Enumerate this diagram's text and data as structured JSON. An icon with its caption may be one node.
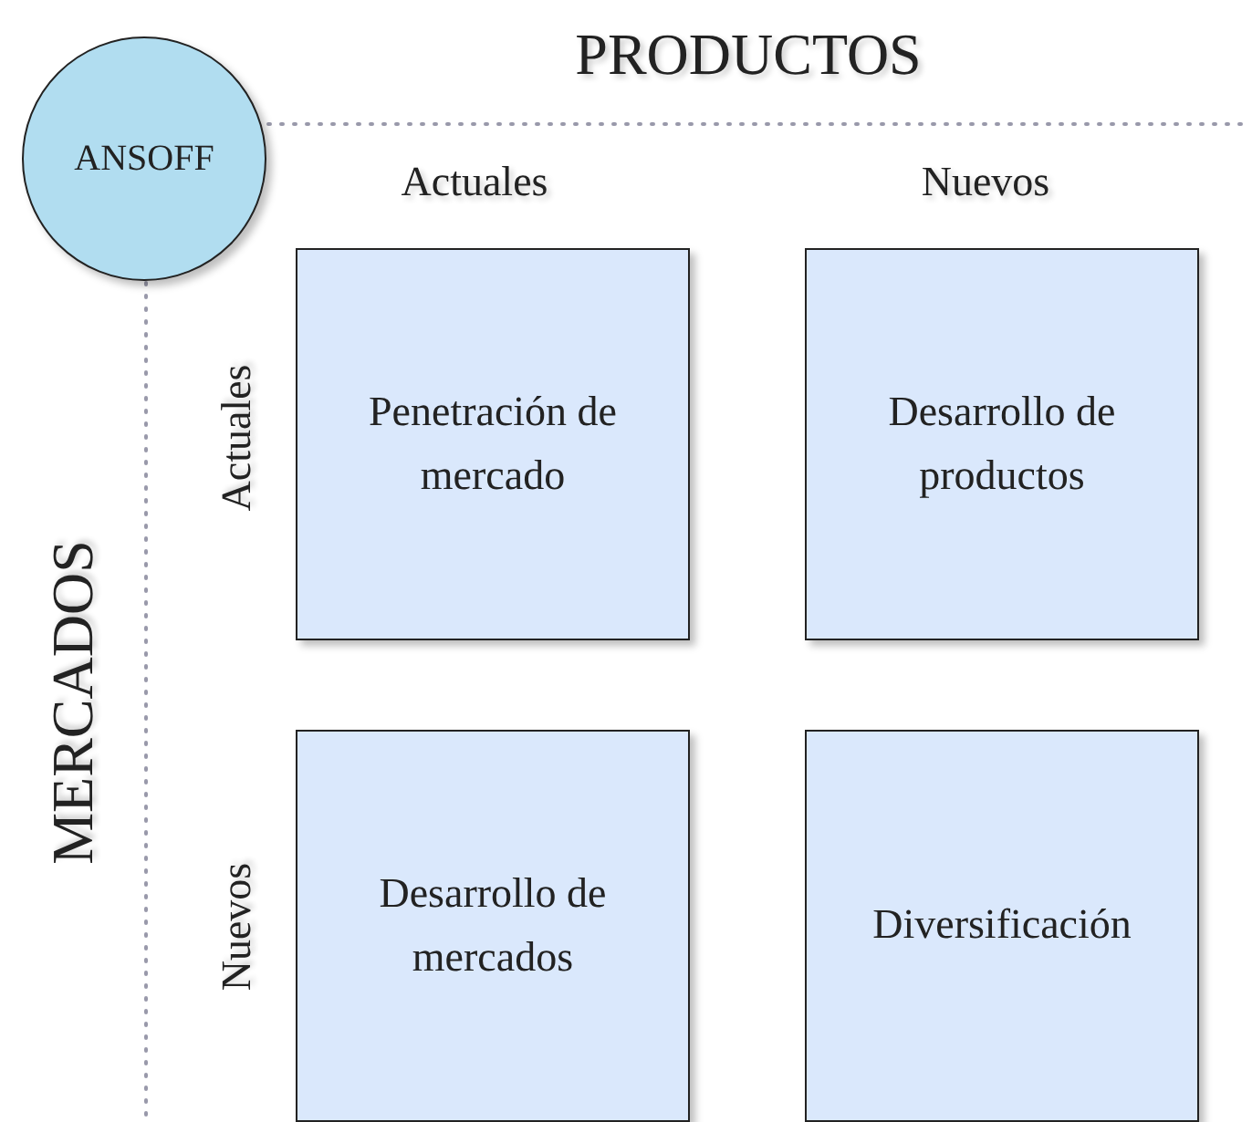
{
  "diagram": {
    "nodes": [
      {
        "text": [
          "ANSOFF"
        ]
      },
      {
        "text": [
          "Penetración de mercado"
        ]
      },
      {
        "text": [
          "Desarrollo de productos"
        ]
      },
      {
        "text": [
          "Desarrollo de mercados"
        ]
      },
      {
        "text": [
          "Diversificación"
        ]
      }
    ],
    "labels": [
      "PRODUCTOS",
      "Actuales",
      "Nuevos",
      "MERCADOS",
      "Actuales",
      "Nuevos"
    ]
  }
}
